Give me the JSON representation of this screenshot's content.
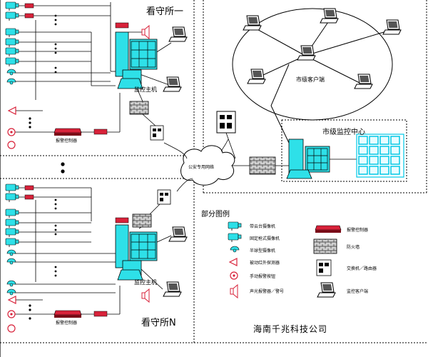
{
  "title_site_1": "看守所一",
  "title_site_n": "看守所N",
  "host_label": "监控主机",
  "alarm_controller_label": "报警控制器",
  "public_network_label": "公安专用网络",
  "city_client_label": "市级客户端",
  "city_center_label": "市级监控中心",
  "legend": {
    "title": "部分图例",
    "left_items": [
      "带云台摄像机",
      "固定枪式摄像机",
      "半球型摄像机",
      "被动红外探测器",
      "手动报警按钮",
      "声光报警器／警号"
    ],
    "right_items": [
      "报警控制器",
      "防火墙",
      "交换机／路由器",
      "监控客户端"
    ]
  },
  "company": "海南千兆科技公司",
  "colors": {
    "camera": "#2ee0e8",
    "alarm_red": "#d8223a",
    "grid": "#00c8e6",
    "line": "#000000"
  }
}
